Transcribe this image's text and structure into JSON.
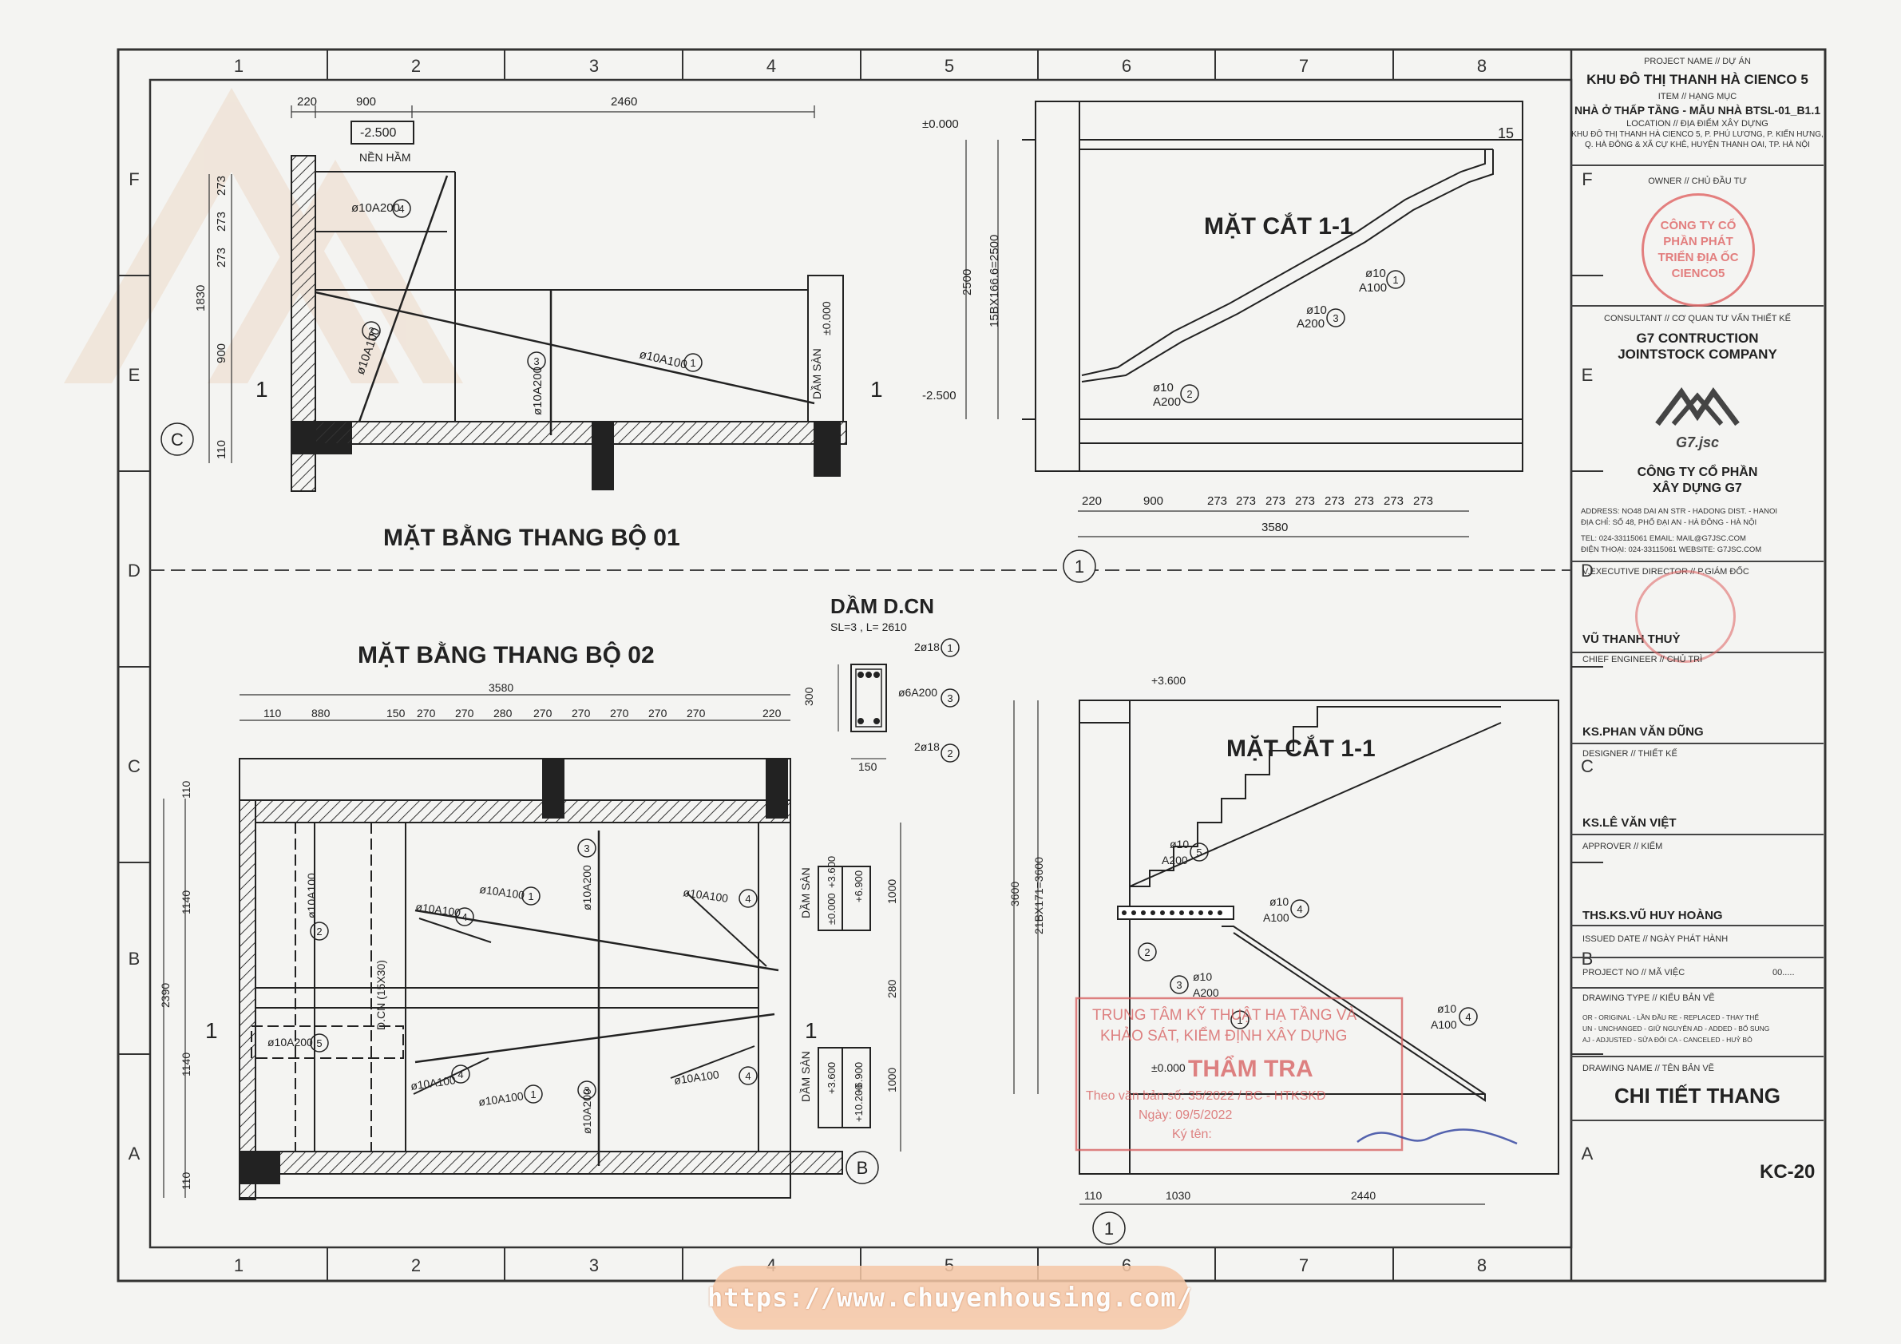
{
  "grid": {
    "cols": [
      "1",
      "2",
      "3",
      "4",
      "5",
      "6",
      "7",
      "8"
    ],
    "rows": [
      "F",
      "E",
      "D",
      "C",
      "B",
      "A"
    ]
  },
  "plan1": {
    "title": "MẶT BẰNG THANG BỘ 01",
    "level_box": "-2.500",
    "level_label": "NỀN HẦM",
    "dims_top": [
      "220",
      "900",
      "2460"
    ],
    "dims_left": [
      "273",
      "273",
      "273",
      "1830",
      "900",
      "110"
    ],
    "rebars": [
      "ø10A200",
      "ø10A100",
      "ø10A200",
      "ø10A100"
    ],
    "rebar_nums": [
      "4",
      "2",
      "3",
      "1"
    ],
    "beam_label": "DẦM SÀN",
    "beam_level": "±0.000",
    "section_mark": "1",
    "axis_tag": "C"
  },
  "sec1": {
    "title": "MẶT CẮT 1-1",
    "levels": [
      "±0.000",
      "-2.500"
    ],
    "vert_dims": [
      "2500",
      "15BX166.6=2500"
    ],
    "step_no": "15",
    "rebars": [
      "ø10",
      "A100",
      "ø10",
      "A200",
      "ø10",
      "A200"
    ],
    "rebar_nums": [
      "1",
      "3",
      "2"
    ],
    "dims_bottom": [
      "220",
      "900",
      "273",
      "273",
      "273",
      "273",
      "273",
      "273",
      "273",
      "273"
    ],
    "total": "3580",
    "axis_tag": "1"
  },
  "beam": {
    "title": "DẦM D.CN",
    "spec": "SL=3 , L= 2610",
    "rebars": [
      "2ø18",
      "ø6A200",
      "2ø18"
    ],
    "nums": [
      "1",
      "3",
      "2"
    ],
    "dims": [
      "300",
      "150"
    ]
  },
  "plan2": {
    "title": "MẶT BẰNG THANG BỘ 02",
    "total": "3580",
    "dims_top": [
      "110",
      "880",
      "150",
      "270",
      "270",
      "280",
      "270",
      "270",
      "270",
      "270",
      "270",
      "220"
    ],
    "dims_left": [
      "110",
      "1140",
      "2390",
      "1140",
      "110"
    ],
    "dims_right": [
      "1000",
      "280",
      "1000"
    ],
    "rebars": [
      "ø10A100",
      "ø10A100",
      "ø10A200",
      "ø10A100",
      "ø10A100",
      "ø10A100",
      "ø10A100",
      "ø10A200",
      "ø10A200",
      "ø10A100"
    ],
    "rebar_nums": [
      "1",
      "4",
      "3",
      "4",
      "2",
      "4",
      "1",
      "3",
      "5",
      "4"
    ],
    "beam_tag": "D.CN (15X30)",
    "beam_label_top": "DẦM SÀN",
    "beam_levels_top": [
      "±0.000",
      "+3.600",
      "+6.900"
    ],
    "beam_label_bot": "DẦM SÀN",
    "beam_levels_bot": [
      "+3.600",
      "+6.900",
      "+10.200"
    ],
    "section_mark": "1",
    "axis_tag": "B"
  },
  "sec2": {
    "title": "MẶT CẮT 1-1",
    "levels": [
      "+3.600",
      "±0.000"
    ],
    "vert_dims": [
      "3600",
      "21BX171=3600"
    ],
    "rebars": [
      "ø10",
      "A200",
      "ø10",
      "A100",
      "ø10",
      "A200",
      "ø10",
      "A100"
    ],
    "rebar_nums": [
      "5",
      "4",
      "2",
      "3",
      "1",
      "4"
    ],
    "dims_bottom": [
      "110",
      "1030",
      "2440"
    ],
    "axis_tag": "1"
  },
  "stamp": {
    "line1": "TRUNG TÂM KỸ THUẬT HẠ TẦNG VÀ",
    "line2": "KHẢO SÁT, KIỂM ĐỊNH XÂY DỰNG",
    "line3": "THẨM TRA",
    "line4": "Theo văn bản số: 35/2022 / BC - HTKSKĐ",
    "line5": "Ngày: 09/5/2022",
    "line6": "Ký tên:"
  },
  "titleblock": {
    "project_lbl": "PROJECT NAME // DỰ ÁN",
    "project": "KHU ĐÔ THỊ THANH HÀ CIENCO 5",
    "item_lbl": "ITEM // HẠNG MỤC",
    "item": "NHÀ Ở THẤP TẦNG - MẪU NHÀ BTSL-01_B1.1",
    "loc_lbl": "LOCATION // ĐỊA ĐIỂM XÂY DỰNG",
    "loc1": "KHU ĐÔ THỊ THANH HÀ CIENCO 5, P. PHÚ LƯƠNG, P. KIẾN HƯNG,",
    "loc2": "Q. HÀ ĐÔNG & XÃ CỰ KHÊ, HUYỆN THANH OAI, TP. HÀ NỘI",
    "owner_lbl": "OWNER // CHỦ ĐẦU TƯ",
    "owner_seal": "CÔNG TY CỔ PHẦN PHÁT TRIỂN ĐỊA ỐC CIENCO5",
    "consult_lbl": "CONSULTANT // CƠ QUAN TƯ VẤN THIẾT KẾ",
    "consult1": "G7 CONTRUCTION",
    "consult2": "JOINTSTOCK COMPANY",
    "logo_text": "G7.jsc",
    "company1": "CÔNG TY CỔ PHẦN",
    "company2": "XÂY DỰNG G7",
    "addr1": "ADDRESS:   NO48 DAI AN STR - HADONG DIST. - HANOI",
    "addr2": "ĐỊA CHỈ:   SỐ 48, PHỐ ĐẠI AN - HÀ ĐÔNG - HÀ NỘI",
    "tel1": "TEL:   024-33115061   EMAIL: MAIL@G7JSC.COM",
    "tel2": "ĐIỆN THOẠI: 024-33115061   WEBSITE:  G7JSC.COM",
    "vexec_lbl": "V.EXECUTIVE DIRECTOR // P.GIÁM ĐỐC",
    "vexec": "VŨ THANH THUỶ",
    "chief_lbl": "CHIEF ENGINEER // CHỦ TRÌ",
    "chief": "KS.PHAN VĂN DŨNG",
    "designer_lbl": "DESIGNER // THIẾT KẾ",
    "designer": "KS.LÊ VĂN VIỆT",
    "approver_lbl": "APPROVER // KIỂM",
    "approver": "THS.KS.VŨ HUY HOÀNG",
    "issued_lbl": "ISSUED DATE // NGÀY PHÁT HÀNH",
    "projno_lbl": "PROJECT NO // MÃ VIỆC",
    "projno": "00.....",
    "dtype_lbl": "DRAWING TYPE // KIỂU BẢN VẼ",
    "dtype1": "OR - ORIGINAL   - LẦN ĐẦU        RE - REPLACED   - THAY THẾ",
    "dtype2": "UN - UNCHANGED - GIỮ NGUYÊN   AD - ADDED       - BỔ SUNG",
    "dtype3": "AJ - ADJUSTED   - SỬA ĐỔI         CA - CANCELED - HUỶ BỎ",
    "dname_lbl": "DRAWING NAME // TÊN BẢN VẼ",
    "dname": "CHI TIẾT THANG",
    "sheet_no": "KC-20"
  },
  "watermark_url": "https://www.chuyenhousing.com/"
}
